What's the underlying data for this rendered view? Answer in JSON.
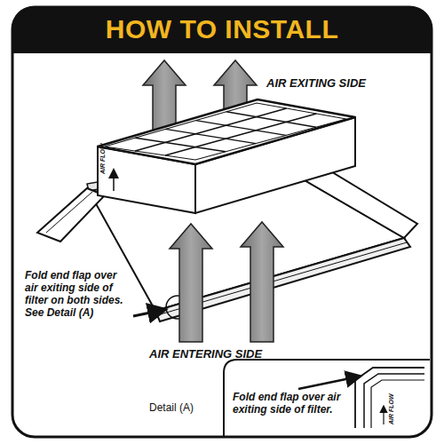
{
  "diagram": {
    "title": "HOW TO INSTALL",
    "labels": [
      "AIR EXITING SIDE",
      "AIR FLOW",
      "Fold end flap over air exiting side of filter on both sides. See Detail (A)",
      "AIR ENTERING SIDE",
      "Detail (A)",
      "Fold end flap over air exiting side of filter.",
      "AIR FLOW"
    ]
  }
}
